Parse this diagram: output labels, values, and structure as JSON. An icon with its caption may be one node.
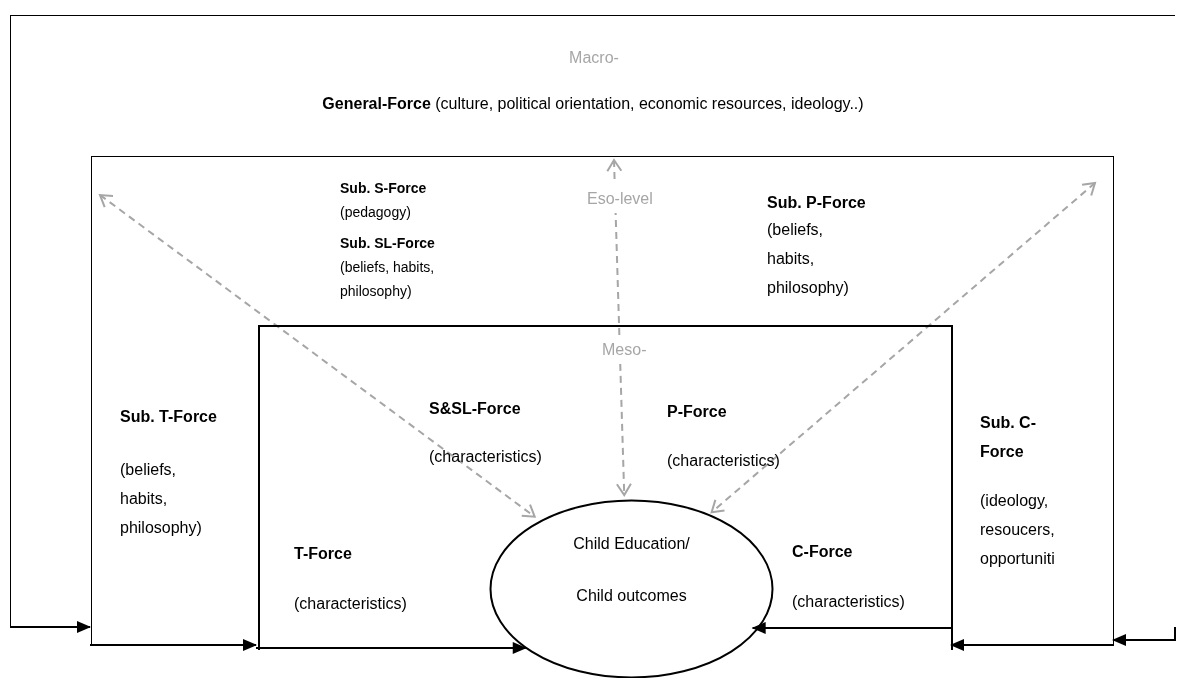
{
  "diagram": {
    "nodes": [
      {
        "text": [
          "Macro-",
          "**General-Force** (culture, political orientation, economic resources, ideology..)"
        ]
      },
      {
        "text": [
          "Eso-level",
          "Sub. S-Force",
          "(pedagogy)",
          "Sub. SL-Force",
          "(beliefs, habits, philosophy)",
          "Sub. P-Force",
          "(beliefs, habits, philosophy)",
          "Sub. T-Force",
          "(beliefs, habits, philosophy)",
          "Sub. C-Force",
          "(ideology, resoucers, opportuniti"
        ],
        "in": 0
      },
      {
        "text": [
          "Meso-",
          "S&SL-Force",
          "(characteristics)",
          "P-Force",
          "(characteristics)",
          "T-Force",
          "(characteristics)",
          "C-Force",
          "(characteristics)"
        ],
        "in": 1
      },
      {
        "text": [
          "Child Education/",
          "Child outcomes"
        ],
        "in": 2
      }
    ],
    "edges": [
      {
        "from": 0,
        "to": 1,
        "arrow": "to"
      },
      {
        "from": 1,
        "to": 2,
        "arrow": "to"
      },
      {
        "from": 2,
        "to": 3,
        "arrow": "to"
      },
      {
        "from": 2,
        "to": 3,
        "arrow": "to"
      },
      {
        "from": 1,
        "to": 2,
        "arrow": "to"
      },
      {
        "from": 0,
        "to": 1,
        "arrow": "to"
      },
      {
        "from": 1,
        "to": 3,
        "arrow": "both",
        "style": "dashed",
        "color": "#a6a6a6"
      },
      {
        "from": 1,
        "to": 3,
        "arrow": "both",
        "style": "dashed",
        "color": "#a6a6a6"
      },
      {
        "from": 1,
        "to": 3,
        "arrow": "both",
        "style": "dashed",
        "color": "#a6a6a6"
      }
    ]
  }
}
